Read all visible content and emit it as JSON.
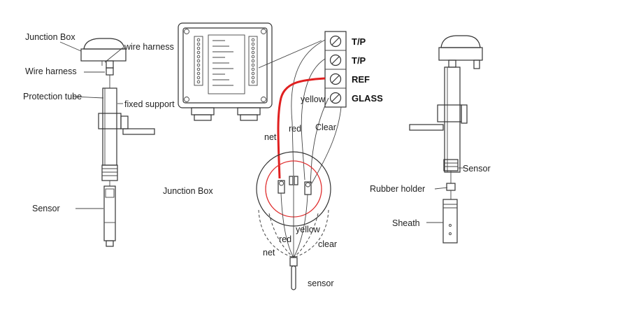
{
  "colors": {
    "line": "#333333",
    "red_wire": "#e02020",
    "red_circle": "#e03030",
    "background": "#ffffff"
  },
  "left_assembly": {
    "junction_box": "Junction Box",
    "wire_harness_right": "wire harness",
    "wire_harness_left": "Wire harness",
    "protection_tube": "Protection tube",
    "fixed_support": "fixed support",
    "sensor": "Sensor"
  },
  "center": {
    "junction_box_label": "Junction Box",
    "terminals": [
      "T/P",
      "T/P",
      "REF",
      "GLASS"
    ],
    "upper_wires": {
      "yellow": "yellow",
      "red": "red",
      "clear": "Clear",
      "net": "net"
    },
    "lower_wires": {
      "yellow": "yellow",
      "red": "red",
      "clear": "clear",
      "net": "net"
    },
    "sensor": "sensor"
  },
  "right_assembly": {
    "sensor": "Sensor",
    "rubber_holder": "Rubber holder",
    "sheath": "Sheath"
  }
}
